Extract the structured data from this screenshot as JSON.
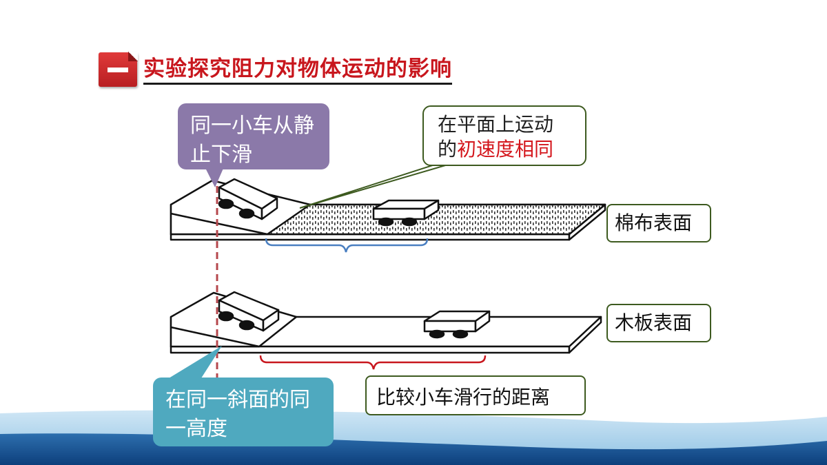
{
  "title": {
    "number": "一",
    "text": "实验探究阻力对物体运动的影响"
  },
  "callouts": {
    "same_cart": {
      "line1": "同一小车从静",
      "line2": "止下滑"
    },
    "same_speed": {
      "line1": "在平面上运动",
      "line2_prefix": "的",
      "line2_highlight": "初速度相同"
    },
    "same_height": {
      "line1": "在同一斜面的同",
      "line2": "一高度"
    }
  },
  "labels": {
    "cotton": "棉布表面",
    "wood": "木板表面",
    "compare": "比较小车滑行的距离"
  },
  "colors": {
    "title_red": "#c8161d",
    "purple": "#8b79a9",
    "teal": "#4fa9bf",
    "blue_brace": "#4a7fc1",
    "red_brace": "#c8161d"
  }
}
